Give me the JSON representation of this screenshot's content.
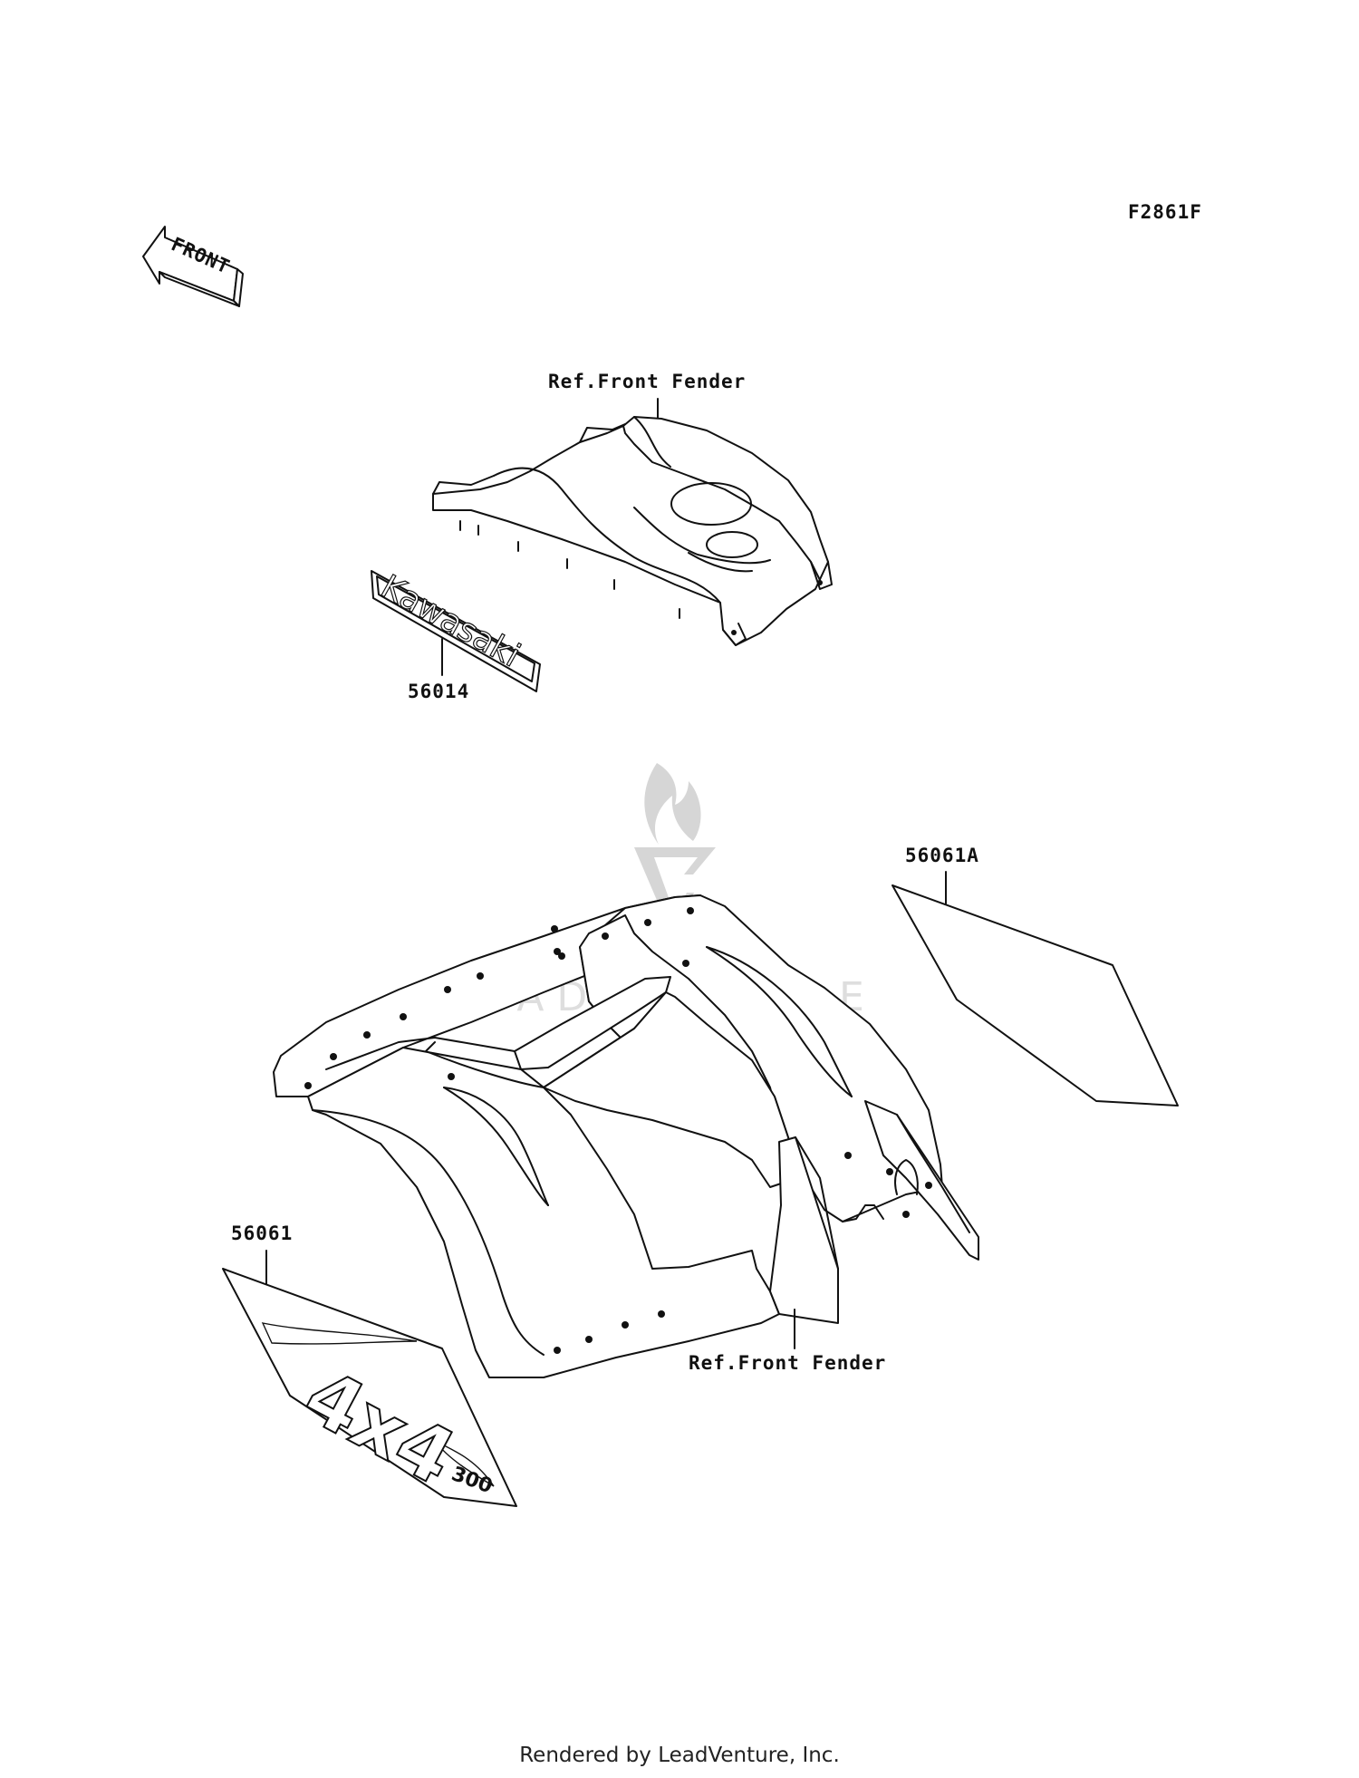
{
  "diagram_code": "F2861F",
  "front_arrow_text": "FRONT",
  "callouts": {
    "ref_front_fender_top": "Ref.Front Fender",
    "ref_front_fender_bottom": "Ref.Front Fender",
    "part_56014": "56014",
    "part_56061A": "56061A",
    "part_56061": "56061"
  },
  "decals": {
    "kawasaki_text": "Kawasaki",
    "four_by_four_text": "4x4",
    "model_number_text": "300"
  },
  "watermark": "LEADVENTURE",
  "footer": "Rendered by LeadVenture, Inc."
}
